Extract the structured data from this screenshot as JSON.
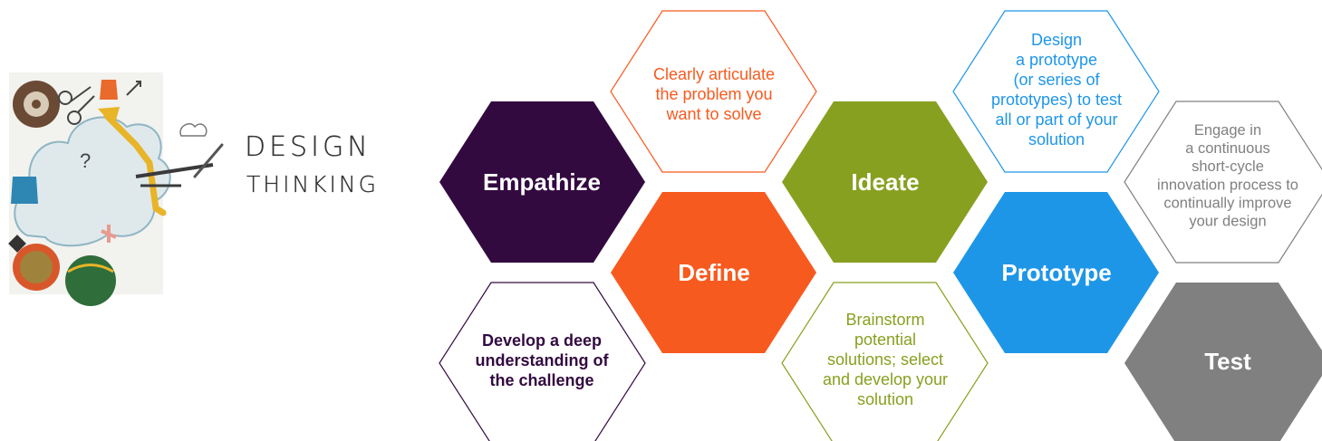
{
  "logo": {
    "title_line1": "DESIGN",
    "title_line2": "THINKING"
  },
  "stages": [
    {
      "key": "empathize",
      "label": "Empathize",
      "color": "#330a40",
      "description": [
        "Develop a deep",
        "understanding of",
        "the challenge"
      ],
      "description_color": "#330a40"
    },
    {
      "key": "define",
      "label": "Define",
      "color": "#f75a1f",
      "description": [
        "Clearly articulate",
        "the problem you",
        "want to solve"
      ],
      "description_color": "#f75a1f"
    },
    {
      "key": "ideate",
      "label": "Ideate",
      "color": "#87a020",
      "description": [
        "Brainstorm",
        "potential",
        "solutions; select",
        "and develop your",
        "solution"
      ],
      "description_color": "#87a020"
    },
    {
      "key": "prototype",
      "label": "Prototype",
      "color": "#1e96e8",
      "description": [
        "Design",
        "a prototype",
        "(or series of",
        "prototypes) to test",
        "all or part of your",
        "solution"
      ],
      "description_color": "#1e96e8"
    },
    {
      "key": "test",
      "label": "Test",
      "color": "#808080",
      "description": [
        "Engage in",
        "a continuous",
        "short-cycle",
        "innovation process to",
        "continually improve",
        "your design"
      ],
      "description_color": "#808080"
    }
  ]
}
